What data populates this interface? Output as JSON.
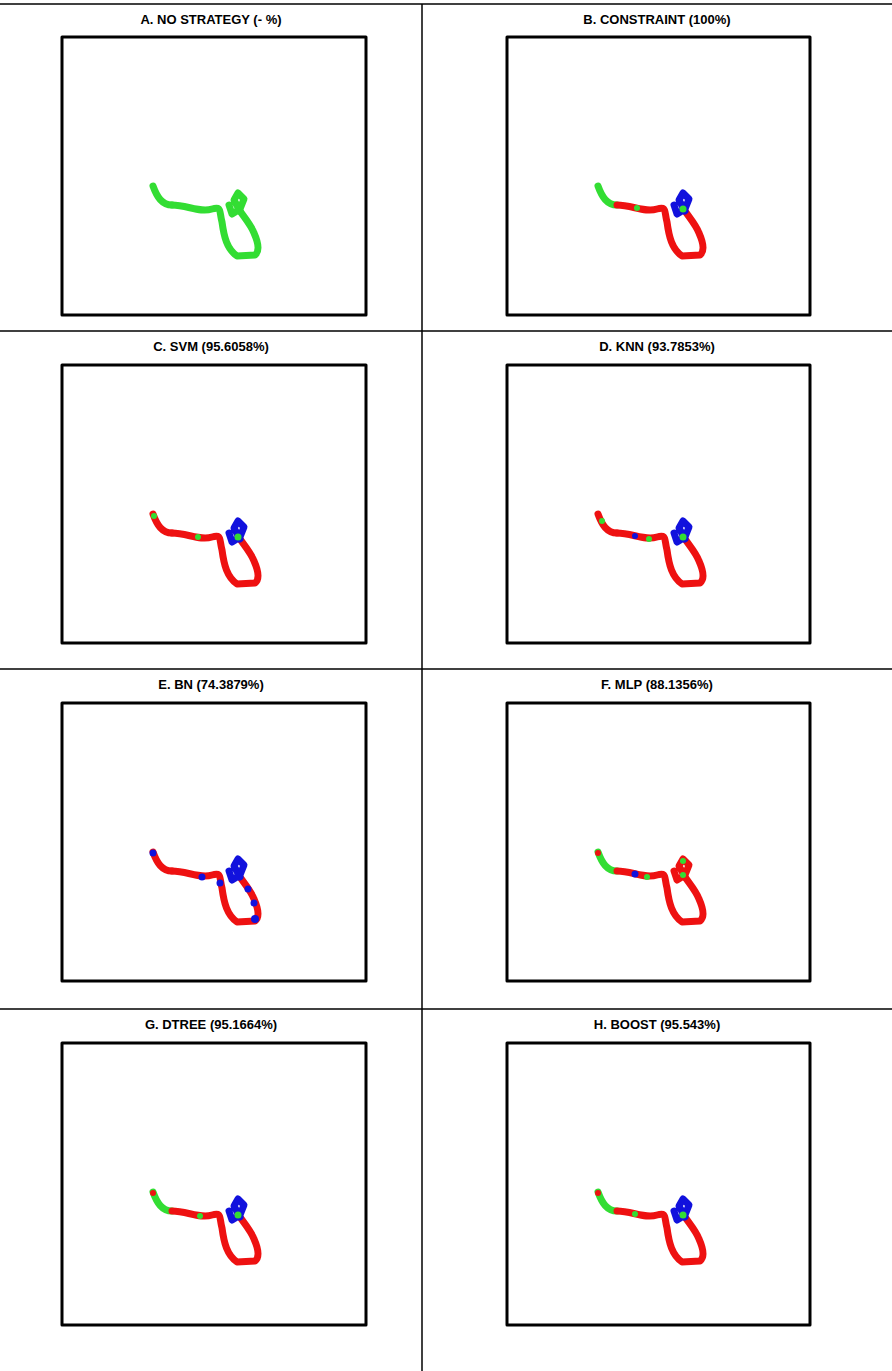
{
  "diagram": {
    "nodes": [
      {
        "text": [
          "A. NO STRATEGY (- %)"
        ]
      },
      {
        "text": [
          "B. CONSTRAINT (100%)"
        ]
      },
      {
        "text": [
          "C. SVM (95.6058%)"
        ]
      },
      {
        "text": [
          "D. KNN (93.7853%)"
        ]
      },
      {
        "text": [
          "E. BN (74.3879%)"
        ]
      },
      {
        "text": [
          "F. MLP (88.1356%)"
        ]
      },
      {
        "text": [
          "G. DTREE (95.1664%)"
        ]
      },
      {
        "text": [
          "H. BOOST (95.543%)"
        ]
      }
    ]
  }
}
